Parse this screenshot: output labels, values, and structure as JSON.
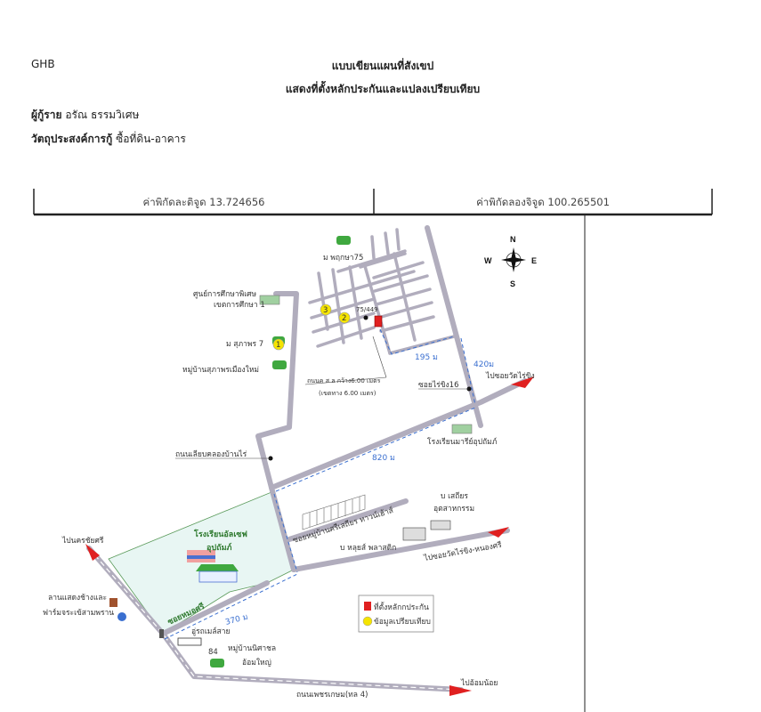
{
  "header": {
    "brand": "GHB",
    "title_line1": "แบบเขียนแผนที่สังเขป",
    "title_line2": "แสดงที่ตั้งหลักประกันและแปลงเปรียบเทียบ"
  },
  "fields": {
    "borrower_label": "ผู้กู้ราย",
    "borrower_value": "อรัณ ธรรมวิเศษ",
    "purpose_label": "วัตถุประสงค์การกู้",
    "purpose_value": "ซื้อที่ดิน-อาคาร"
  },
  "coordinates": {
    "latitude": "ค่าพิกัดละติจูด 13.724656",
    "longitude": "ค่าพิกัดลองจิจูด 100.265501"
  },
  "compass": {
    "n": "N",
    "s": "S",
    "e": "E",
    "w": "W"
  },
  "map_labels": {
    "pruksa": "ม พฤกษา75",
    "special_ed_1": "ศูนย์การศึกษาพิเศษ",
    "special_ed_2": "เขตการศึกษา 1",
    "supaporn7": "ม สุภาพร 7",
    "supaporn_new": "หมู่บ้านสุภาพรเมืองใหม่",
    "house_no": "75/449",
    "road_width": "ถนนค ส ล กว้าง6.00 เมตร",
    "road_reserve": "(เขตทาง 6.00 เมตร)",
    "dist_195": "195 ม",
    "dist_420": "420ม",
    "to_wat_raikhing": "ไปซอยวัดไร่ขิง",
    "soi_raikhing16": "ซอยไร่ขิง16",
    "mary_school": "โรงเรียนมารีย์อุปถัมภ์",
    "canal_road": "ถนนเลียบคลองบ้านไร่",
    "dist_820": "820 ม",
    "joseph_school_1": "โรงเรียนอัลเซฟ",
    "joseph_school_2": "อุปถัมภ์",
    "townhouse_soi": "ซอยหมู่บ้านศรีเสถียร ทาวน์เฮ้าส์",
    "sathian_1": "บ เสถียร",
    "sathian_2": "อุตสาหกรรม",
    "louis_plastic": "บ หลุยส์ พลาสติก",
    "to_raikhing_nongsri": "ไปซอยวัดไร่ขิง-หนองศรี",
    "to_nakhon_chaisri": "ไปนครชัยศรี",
    "elephant_1": "ลานแสดงช้างและ",
    "elephant_2": "ฟาร์มจระเข้สามพราน",
    "soi_mosri": "ซอยหมอศรี",
    "dist_370": "370 ม",
    "bus_depot": "อู่รถเมล์สาย",
    "bus_no": "84",
    "nisachon_1": "หมู่บ้านนิศาชล",
    "nisachon_2": "อ้อมใหญ่",
    "phetkasem": "ถนนเพชรเกษม(ทล 4)",
    "to_om_noi": "ไปอ้อมน้อย",
    "comp1": "1",
    "comp2": "2",
    "comp3": "3"
  },
  "legend": {
    "collateral": "ที่ตั้งหลักกประกัน",
    "comparison": "ข้อมูลเปรียบเทียบ"
  },
  "colors": {
    "road": "#b1adbd",
    "collateral": "#e02020",
    "comparison": "#f5e400",
    "school_area": "#e8f6f3",
    "distance": "#3a6fd0"
  }
}
